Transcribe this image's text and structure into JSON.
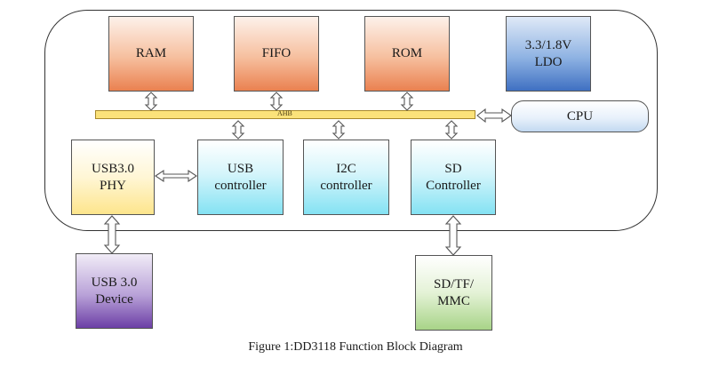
{
  "blocks": {
    "ram": "RAM",
    "fifo": "FIFO",
    "rom": "ROM",
    "ldo": "3.3/1.8V\nLDO",
    "cpu": "CPU",
    "usb_phy": "USB3.0\nPHY",
    "usb_controller": "USB\ncontroller",
    "i2c_controller": "I2C\ncontroller",
    "sd_controller": "SD\nController",
    "usb_device": "USB 3.0\nDevice",
    "sd_card": "SD/TF/\nMMC"
  },
  "bus_label": "AHB",
  "caption": "Figure 1:DD3118 Function Block Diagram",
  "colors": {
    "memory": "#f6bf9e",
    "ldo": "#3f70c2",
    "controller": "#84e2f3",
    "phy": "#fde58c",
    "usb_device": "#6c3fa6",
    "sd_card": "#a8d488",
    "bus": "#fbe27a"
  }
}
